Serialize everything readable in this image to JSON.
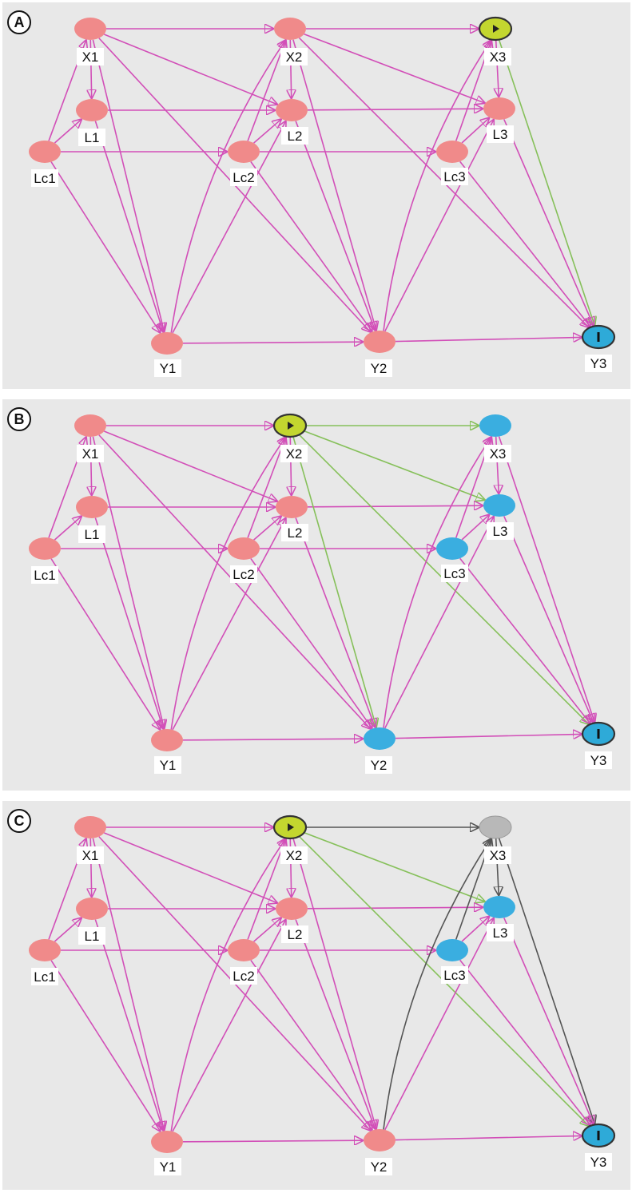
{
  "colors": {
    "panel_bg": "#e8e8e8",
    "edge_default": "#d24fb8",
    "edge_causal": "#86c05a",
    "edge_removed": "#555555",
    "node_pink": "#f08a8a",
    "node_exposure": "#c3d62f",
    "node_outcome": "#2eaad8",
    "node_blue": "#3aaee0",
    "node_gray": "#b8b8b8"
  },
  "panels": [
    {
      "letter": "A",
      "node_labels": {
        "X1": "X1",
        "X2": "X2",
        "X3": "X3",
        "L1": "L1",
        "L2": "L2",
        "L3": "L3",
        "Lc1": "Lc1",
        "Lc2": "Lc2",
        "Lc3": "Lc3",
        "Y1": "Y1",
        "Y2": "Y2",
        "Y3": "Y3"
      },
      "node_roles": {
        "X1": "pink",
        "X2": "pink",
        "X3": "exposure",
        "L1": "pink",
        "L2": "pink",
        "L3": "pink",
        "Lc1": "pink",
        "Lc2": "pink",
        "Lc3": "pink",
        "Y1": "pink",
        "Y2": "pink",
        "Y3": "outcome"
      },
      "green_edges": [
        [
          "X3",
          "Y3"
        ]
      ],
      "gray_edges": []
    },
    {
      "letter": "B",
      "node_labels": {
        "X1": "X1",
        "X2": "X2",
        "X3": "X3",
        "L1": "L1",
        "L2": "L2",
        "L3": "L3",
        "Lc1": "Lc1",
        "Lc2": "Lc2",
        "Lc3": "Lc3",
        "Y1": "Y1",
        "Y2": "Y2",
        "Y3": "Y3"
      },
      "node_roles": {
        "X1": "pink",
        "X2": "exposure",
        "X3": "blue",
        "L1": "pink",
        "L2": "pink",
        "L3": "blue",
        "Lc1": "pink",
        "Lc2": "pink",
        "Lc3": "blue",
        "Y1": "pink",
        "Y2": "blue",
        "Y3": "outcome"
      },
      "green_edges": [
        [
          "X2",
          "X3"
        ],
        [
          "X2",
          "L3"
        ],
        [
          "X2",
          "Y2"
        ],
        [
          "X2",
          "Y3"
        ]
      ],
      "gray_edges": []
    },
    {
      "letter": "C",
      "node_labels": {
        "X1": "X1",
        "X2": "X2",
        "X3": "X3",
        "L1": "L1",
        "L2": "L2",
        "L3": "L3",
        "Lc1": "Lc1",
        "Lc2": "Lc2",
        "Lc3": "Lc3",
        "Y1": "Y1",
        "Y2": "Y2",
        "Y3": "Y3"
      },
      "node_roles": {
        "X1": "pink",
        "X2": "exposure",
        "X3": "gray",
        "L1": "pink",
        "L2": "pink",
        "L3": "blue",
        "Lc1": "pink",
        "Lc2": "pink",
        "Lc3": "blue",
        "Y1": "pink",
        "Y2": "pink",
        "Y3": "outcome"
      },
      "green_edges": [
        [
          "X2",
          "L3"
        ],
        [
          "X2",
          "Y3"
        ]
      ],
      "gray_edges": [
        [
          "X2",
          "X3"
        ],
        [
          "Y2",
          "X3"
        ],
        [
          "Lc3",
          "X3"
        ],
        [
          "X3",
          "L3"
        ],
        [
          "X3",
          "Y3"
        ]
      ]
    }
  ]
}
